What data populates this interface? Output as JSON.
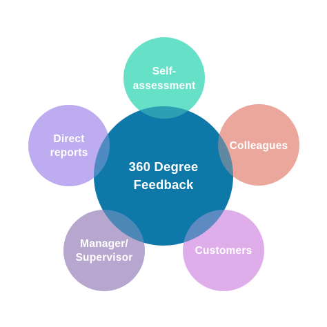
{
  "diagram": {
    "center": {
      "lines": [
        "360 Degree",
        "Feedback"
      ],
      "color": "#0E78A8"
    },
    "nodes": [
      {
        "id": "self-assessment",
        "lines": [
          "Self-",
          "assessment"
        ],
        "color": "#5EE0C4"
      },
      {
        "id": "colleagues",
        "lines": [
          "Colleagues"
        ],
        "color": "#EBA398"
      },
      {
        "id": "customers",
        "lines": [
          "Customers"
        ],
        "color": "#DDA9E9"
      },
      {
        "id": "manager-supervisor",
        "lines": [
          "Manager/",
          "Supervisor"
        ],
        "color": "#B4A3CC"
      },
      {
        "id": "direct-reports",
        "lines": [
          "Direct",
          "reports"
        ],
        "color": "#BBA8EF"
      }
    ]
  }
}
